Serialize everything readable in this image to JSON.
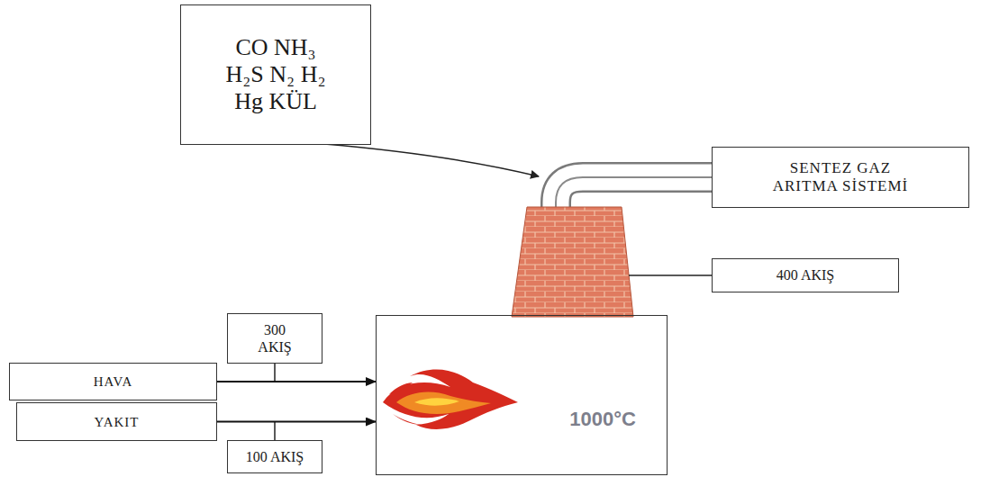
{
  "diagram": {
    "nodes": [
      {
        "text": [
          "CO NH₃ H₂S N₂ H₂ Hg KÜL"
        ]
      },
      {
        "text": [
          "SENTEZ GAZ ARITMA SİSTEMİ"
        ]
      },
      {
        "text": [
          "400 AKIŞ"
        ]
      },
      {
        "text": [
          "300 AKIŞ"
        ]
      },
      {
        "text": [
          "HAVA"
        ]
      },
      {
        "text": [
          "1000°C"
        ]
      },
      {
        "text": [
          "YAKIT"
        ]
      },
      {
        "text": [
          "100 AKIŞ"
        ]
      }
    ],
    "edges": [
      {
        "from": 4,
        "to": 5,
        "arrow": "to"
      },
      {
        "from": 6,
        "to": 5,
        "arrow": "to"
      }
    ]
  }
}
